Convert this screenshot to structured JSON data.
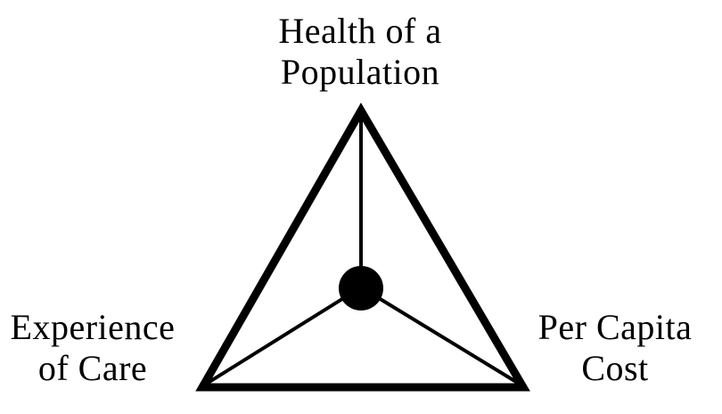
{
  "diagram": {
    "top_vertex": {
      "line1": "Health of a",
      "line2": "Population"
    },
    "left_vertex": {
      "line1": "Experience",
      "line2": "of Care"
    },
    "right_vertex": {
      "line1": "Per Capita",
      "line2": "Cost"
    }
  }
}
